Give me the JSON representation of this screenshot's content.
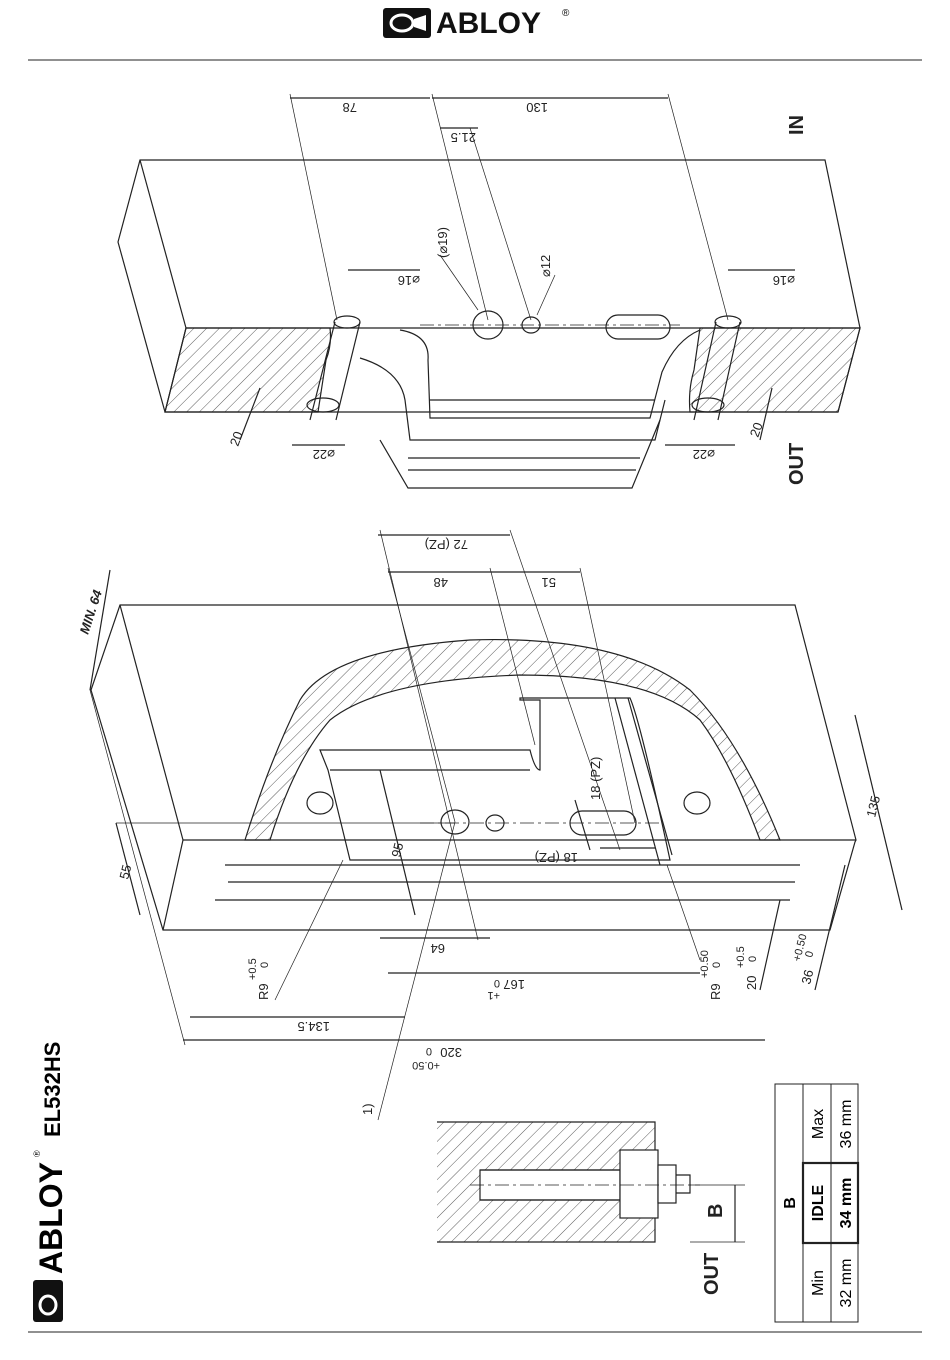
{
  "header": {
    "brand": "ABLOY",
    "registered": "®"
  },
  "sidebar": {
    "brand": "ABLOY",
    "registered": "®",
    "model": "EL532HS",
    "out_label": "OUT",
    "b_label": "B"
  },
  "top_view": {
    "in_label": "IN",
    "out_label": "OUT",
    "dim_78": "78",
    "dim_130": "130",
    "dim_21_5": "21.5",
    "dia_19": "(⌀19)",
    "dia_12": "⌀12",
    "dia_16_left": "⌀16",
    "dia_16_right": "⌀16",
    "dia_22_left": "⌀22",
    "dia_22_right": "⌀22",
    "dim_20_left": "20",
    "dim_20_right": "20"
  },
  "main_view": {
    "min64": "MIN. 64",
    "dim_72pz": "72 (PZ)",
    "dim_48": "48",
    "dim_51": "51",
    "dim_18pz_a": "18 (PZ)",
    "dim_18pz_b": "18 (PZ)",
    "dim_135": "135",
    "dim_55": "55",
    "dim_95": "95",
    "dim_64": "64",
    "dim_167": "167",
    "tol_167a": "0",
    "tol_167b": "+1",
    "dim_134_5": "134.5",
    "dim_320": "320",
    "tol_320a": "0",
    "tol_320b": "+0.50",
    "r9_left": "R9",
    "r9_left_tol1": "+0.5",
    "r9_left_tol2": "0",
    "r9_right": "R9",
    "r9_right_tol1": "+0.50",
    "r9_right_tol2": "0",
    "dim_20": "20",
    "dim_20_tol1": "+0.5",
    "dim_20_tol2": "0",
    "dim_36": "36",
    "dim_36_tol1": "+0.50",
    "dim_36_tol2": "0",
    "note_1": "1)"
  },
  "b_table": {
    "header": "B",
    "columns": [
      "Min",
      "IDLE",
      "Max"
    ],
    "values": [
      "32 mm",
      "34 mm",
      "36 mm"
    ]
  }
}
